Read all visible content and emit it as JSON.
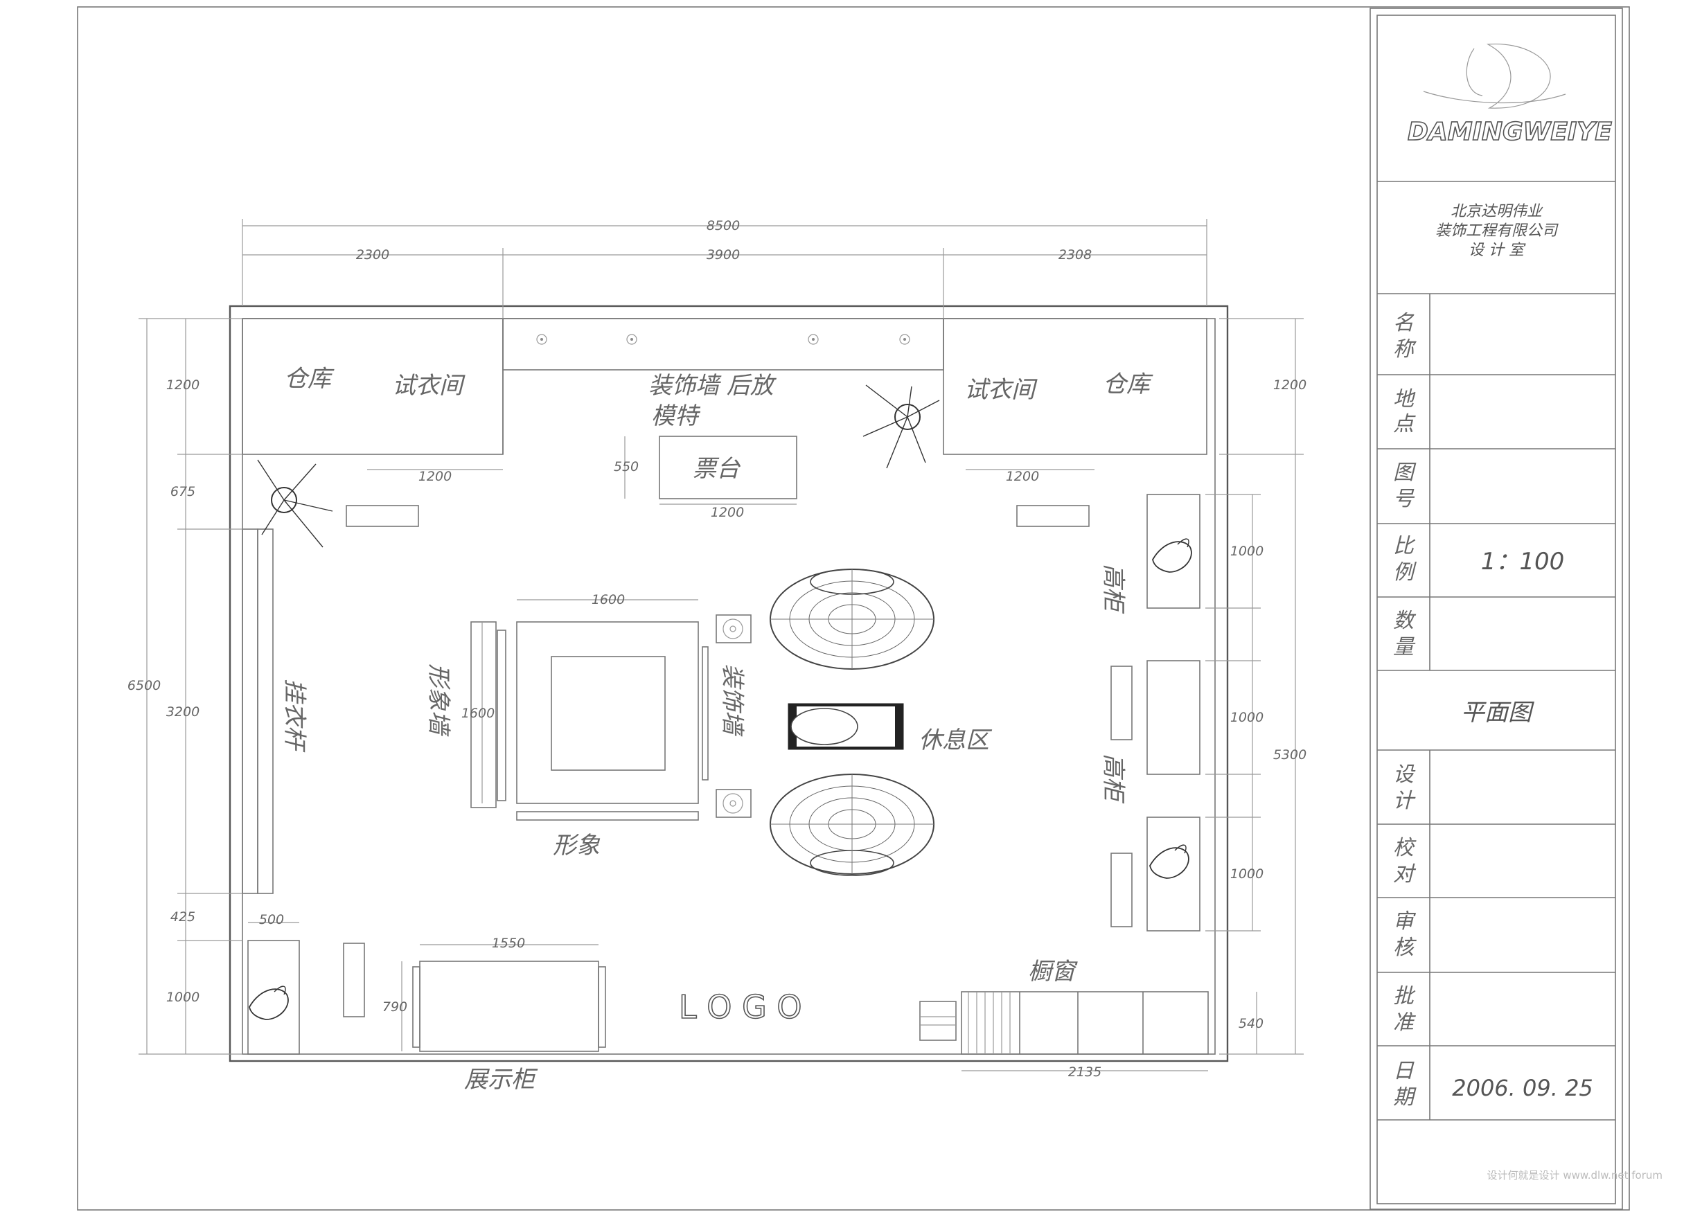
{
  "title_block": {
    "logo_text": "DAMINGWEIYE",
    "company": [
      "北京达明伟业",
      "装饰工程有限公司",
      "设 计 室"
    ],
    "fields": [
      {
        "label": [
          "名",
          "称"
        ],
        "value": ""
      },
      {
        "label": [
          "地",
          "点"
        ],
        "value": ""
      },
      {
        "label": [
          "图",
          "号"
        ],
        "value": ""
      },
      {
        "label": [
          "比",
          "例"
        ],
        "value": "1：100"
      },
      {
        "label": [
          "数",
          "量"
        ],
        "value": ""
      }
    ],
    "drawing_title": "平面图",
    "sign_fields": [
      {
        "label": [
          "设",
          "计"
        ],
        "value": ""
      },
      {
        "label": [
          "校",
          "对"
        ],
        "value": ""
      },
      {
        "label": [
          "审",
          "核"
        ],
        "value": ""
      },
      {
        "label": [
          "批",
          "准"
        ],
        "value": ""
      },
      {
        "label": [
          "日",
          "期"
        ],
        "value": "2006. 09. 25"
      }
    ]
  },
  "plan": {
    "rooms": {
      "storage_left": "仓库",
      "fitting_left": "试衣间",
      "fitting_right": "试衣间",
      "storage_right": "仓库",
      "deco_wall": "装饰墙 后放",
      "model": "模特",
      "counter": "票台",
      "lounge": "休息区",
      "image": "形象",
      "window": "橱窗",
      "display_cabinet": "展示柜",
      "logo": "L O G O",
      "hanging_left": "挂衣杆",
      "display_left": "形象墙",
      "display_mid": "装饰墙",
      "high_rack_1": "高柜",
      "high_rack_2": "高柜"
    },
    "dims": {
      "top_total": "8500",
      "top_left": "2300",
      "top_mid": "3900",
      "top_right": "2308",
      "left_total": "6500",
      "left_1200": "1200",
      "left_675": "675",
      "left_3200": "3200",
      "left_425": "425",
      "left_1000": "1000",
      "right_1200": "1200",
      "right_5300": "5300",
      "right_540": "540",
      "r1000a": "1000",
      "r1000b": "1000",
      "r1000c": "1000",
      "fit_left_1200": "1200",
      "fit_right_1200": "1200",
      "counter_w": "1200",
      "counter_h": "550",
      "island_w": "1600",
      "island_h": "1600",
      "dim_500": "500",
      "cab_w": "1550",
      "cab_h": "790",
      "window_w": "2135"
    }
  },
  "watermark": "设计何就是设计 www.dlw.net forum"
}
